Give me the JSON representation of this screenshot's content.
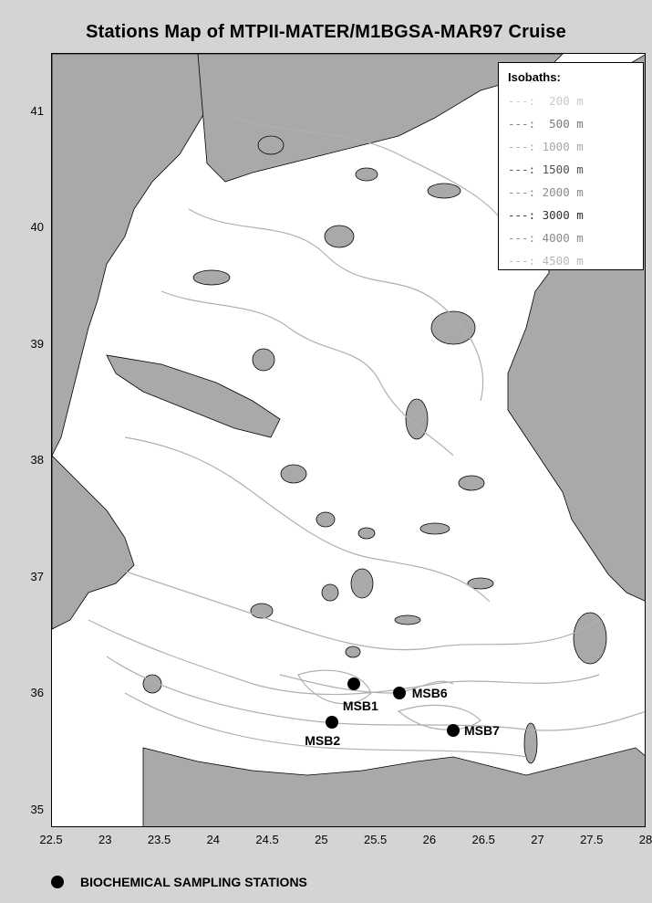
{
  "title": "Stations Map of MTPII-MATER/M1BGSA-MAR97 Cruise",
  "axes": {
    "x_ticks": [
      "22.5",
      "23",
      "23.5",
      "24",
      "24.5",
      "25",
      "25.5",
      "26",
      "26.5",
      "27",
      "27.5",
      "28"
    ],
    "y_ticks": [
      "41",
      "40",
      "39",
      "38",
      "37",
      "36",
      "35"
    ],
    "xlim": [
      22.5,
      28
    ],
    "ylim": [
      34.85,
      41.5
    ]
  },
  "legend": {
    "title": "Isobaths:",
    "items": [
      {
        "text": "---:  200 m",
        "color": "#c8c8c8"
      },
      {
        "text": "---:  500 m",
        "color": "#7a7a7a"
      },
      {
        "text": "---: 1000 m",
        "color": "#a8a8a8"
      },
      {
        "text": "---: 1500 m",
        "color": "#505050"
      },
      {
        "text": "---: 2000 m",
        "color": "#8a8a8a"
      },
      {
        "text": "---: 3000 m",
        "color": "#303030"
      },
      {
        "text": "---: 4000 m",
        "color": "#8a8a8a"
      },
      {
        "text": "---: 4500 m",
        "color": "#b8b8b8"
      }
    ]
  },
  "stations": [
    {
      "name": "MSB1",
      "lon": 25.3,
      "lat": 36.08
    },
    {
      "name": "MSB6",
      "lon": 25.72,
      "lat": 36.0
    },
    {
      "name": "MSB2",
      "lon": 25.1,
      "lat": 35.75
    },
    {
      "name": "MSB7",
      "lon": 26.22,
      "lat": 35.68
    }
  ],
  "key": {
    "label": "BIOCHEMICAL SAMPLING STATIONS"
  },
  "colors": {
    "land": "#a9a9a9",
    "sea": "#ffffff",
    "background": "#d4d4d4",
    "isobath": "#b0b0b0"
  }
}
